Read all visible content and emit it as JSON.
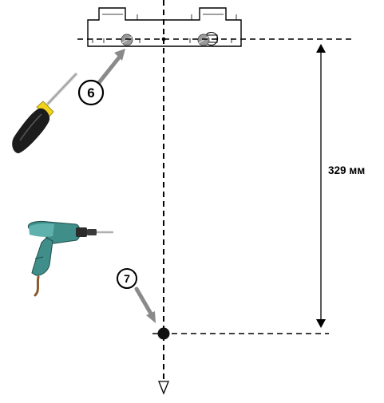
{
  "steps": [
    {
      "number": "6"
    },
    {
      "number": "7"
    }
  ],
  "dimension": {
    "label": "329 мм"
  },
  "tools": {
    "screwdriver_icon": "screwdriver-icon",
    "drill_icon": "electric-drill-icon"
  },
  "colors": {
    "line": "#000000",
    "arrow": "#8a8a8a",
    "screw": "#9a9a9a",
    "handle_black": "#1c1c1c",
    "handle_yellow": "#f2d21a",
    "drill_teal": "#3f8e8a",
    "cable": "#8a5a2b"
  }
}
